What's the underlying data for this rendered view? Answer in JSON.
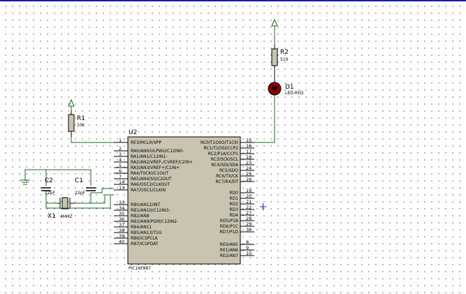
{
  "components": {
    "U2": {
      "ref": "U2",
      "part": "PIC16F887",
      "left_pins": [
        {
          "num": "1",
          "label": "RE3/MCLR/VPP"
        },
        {
          "num": "2",
          "label": "RA0/AN0/ULPWU/C12IN0-"
        },
        {
          "num": "3",
          "label": "RA1/AN1/C12IN1-"
        },
        {
          "num": "4",
          "label": "RA2/AN2/VREF-/CVREF/C2IN+"
        },
        {
          "num": "5",
          "label": "RA3/AN3/VREF+/C1IN+"
        },
        {
          "num": "6",
          "label": "RA4/T0CKI/C1OUT"
        },
        {
          "num": "7",
          "label": "RA5/AN4/SS/C2OUT"
        },
        {
          "num": "14",
          "label": "RA6/OSC2/CLKOUT"
        },
        {
          "num": "13",
          "label": "RA7/OSC1/CLKIN"
        },
        {
          "num": "33",
          "label": "RB0/AN12/INT"
        },
        {
          "num": "34",
          "label": "RB1/AN10/C12IN3-"
        },
        {
          "num": "35",
          "label": "RB2/AN8"
        },
        {
          "num": "36",
          "label": "RB3/AN9/PGM/C12IN2-"
        },
        {
          "num": "37",
          "label": "RB4/AN11"
        },
        {
          "num": "38",
          "label": "RB5/AN13/T1G"
        },
        {
          "num": "39",
          "label": "RB6/ICSPCLK"
        },
        {
          "num": "40",
          "label": "RB7/ICSPDAT"
        }
      ],
      "right_pins": [
        {
          "num": "15",
          "label": "RC0/T1OSO/T1CKI"
        },
        {
          "num": "16",
          "label": "RC1/T1OSI/CCP2"
        },
        {
          "num": "17",
          "label": "RC2/P1A/CCP1"
        },
        {
          "num": "18",
          "label": "RC3/SCK/SCL"
        },
        {
          "num": "23",
          "label": "RC4/SDI/SDA"
        },
        {
          "num": "24",
          "label": "RC5/SDO"
        },
        {
          "num": "25",
          "label": "RC6/TX/CK"
        },
        {
          "num": "26",
          "label": "RC7/RX/DT"
        },
        {
          "num": "19",
          "label": "RD0"
        },
        {
          "num": "20",
          "label": "RD1"
        },
        {
          "num": "21",
          "label": "RD2"
        },
        {
          "num": "22",
          "label": "RD3"
        },
        {
          "num": "27",
          "label": "RD4"
        },
        {
          "num": "28",
          "label": "RD5/P1B"
        },
        {
          "num": "29",
          "label": "RD6/P1C"
        },
        {
          "num": "30",
          "label": "RD7/P1D"
        },
        {
          "num": "8",
          "label": "RE0/AN5"
        },
        {
          "num": "9",
          "label": "RE1/AN6"
        },
        {
          "num": "10",
          "label": "RE2/AN7"
        }
      ]
    },
    "R1": {
      "ref": "R1",
      "value": "10k"
    },
    "R2": {
      "ref": "R2",
      "value": "510"
    },
    "D1": {
      "ref": "D1",
      "value": "LED-RED"
    },
    "C1": {
      "ref": "C1",
      "value": "22pF"
    },
    "C2": {
      "ref": "C2",
      "value": "22pF"
    },
    "X1": {
      "ref": "X1",
      "value": "4MHZ"
    }
  },
  "colors": {
    "background": "#ffffff",
    "grid_dot": "#000000",
    "wire": "#1b6a1b",
    "chip_fill": "#c8c4b0",
    "resistor_fill": "#c8c4b0",
    "led_fill": "#8b0000",
    "power_arrow": "#1b6a1b",
    "cursor": "#1a1aa8",
    "top_border": "#1a1aa8"
  },
  "icons": {
    "power": "power-terminal-arrow-icon",
    "ground": "ground-terminal-icon",
    "cursor": "crosshair-cursor-icon"
  }
}
